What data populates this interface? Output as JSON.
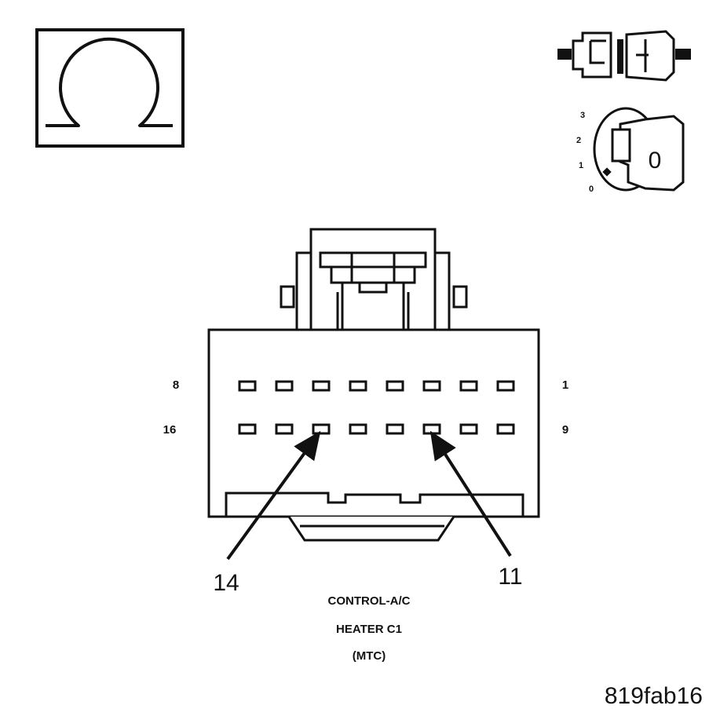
{
  "symbols": {
    "ohm": "Ω",
    "ohm_icon": "ohmmeter-icon",
    "disconnect_icon": "connector-disconnect-icon",
    "ignition_icon": "ignition-key-icon"
  },
  "ignition": {
    "positions": [
      "3",
      "2",
      "1",
      "0"
    ],
    "key_label": "0"
  },
  "connector": {
    "row1_left_label": "8",
    "row1_right_label": "1",
    "row2_left_label": "16",
    "row2_right_label": "9",
    "callouts": [
      "14",
      "11"
    ]
  },
  "caption": {
    "line1": "CONTROL-A/C",
    "line2": "HEATER C1",
    "line3": "(MTC)"
  },
  "figure_ref": "819fab16",
  "colors": {
    "ink": "#111111",
    "paper": "#ffffff",
    "fill_light": "#f2f2f2"
  }
}
